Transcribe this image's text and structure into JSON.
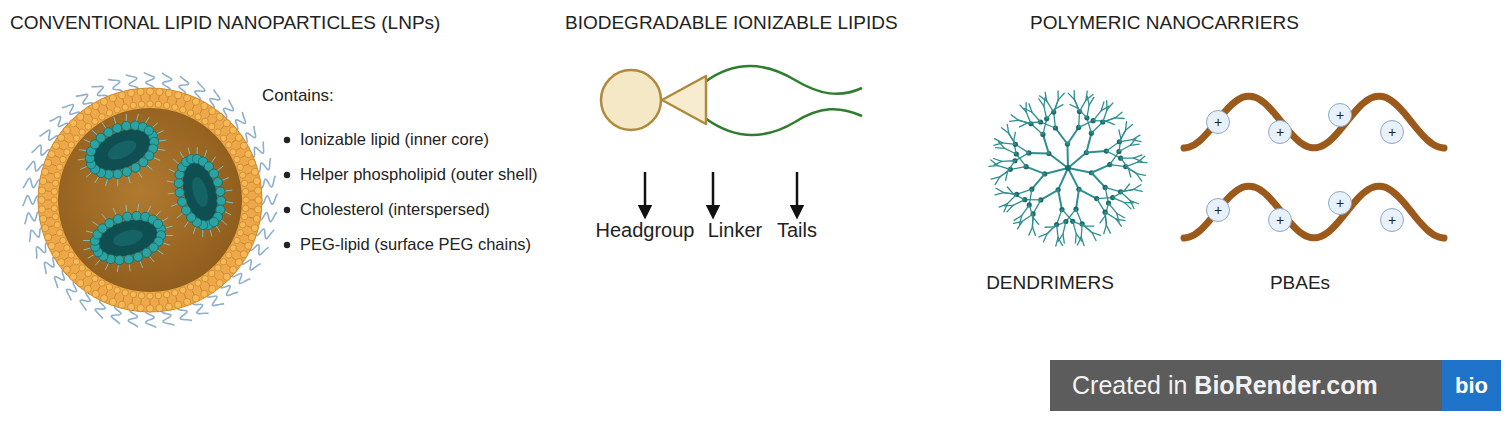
{
  "diagram": {
    "nodes": [
      {
        "text": [
          "+"
        ]
      },
      {
        "text": [
          "+"
        ]
      },
      {
        "text": [
          "+"
        ]
      },
      {
        "text": [
          "+"
        ]
      },
      {
        "text": [
          "+"
        ]
      },
      {
        "text": [
          "+"
        ]
      },
      {
        "text": [
          "+"
        ]
      },
      {
        "text": [
          "+"
        ]
      },
      {
        "text": [
          "Created in",
          "BioRender.com"
        ]
      },
      {
        "text": [
          "bio"
        ],
        "in": 8
      }
    ],
    "labels": [
      "CONVENTIONAL LIPID NANOPARTICLES (LNPs)",
      "BIODEGRADABLE IONIZABLE LIPIDS",
      "POLYMERIC NANOCARRIERS",
      "Contains:",
      "Ionizable lipid (inner core)",
      "Helper phospholipid (outer shell)",
      "Cholesterol (interspersed)",
      "PEG-lipid (surface PEG chains)",
      "Headgroup",
      "Linker",
      "Tails",
      "DENDRIMERS",
      "PBAEs"
    ]
  }
}
